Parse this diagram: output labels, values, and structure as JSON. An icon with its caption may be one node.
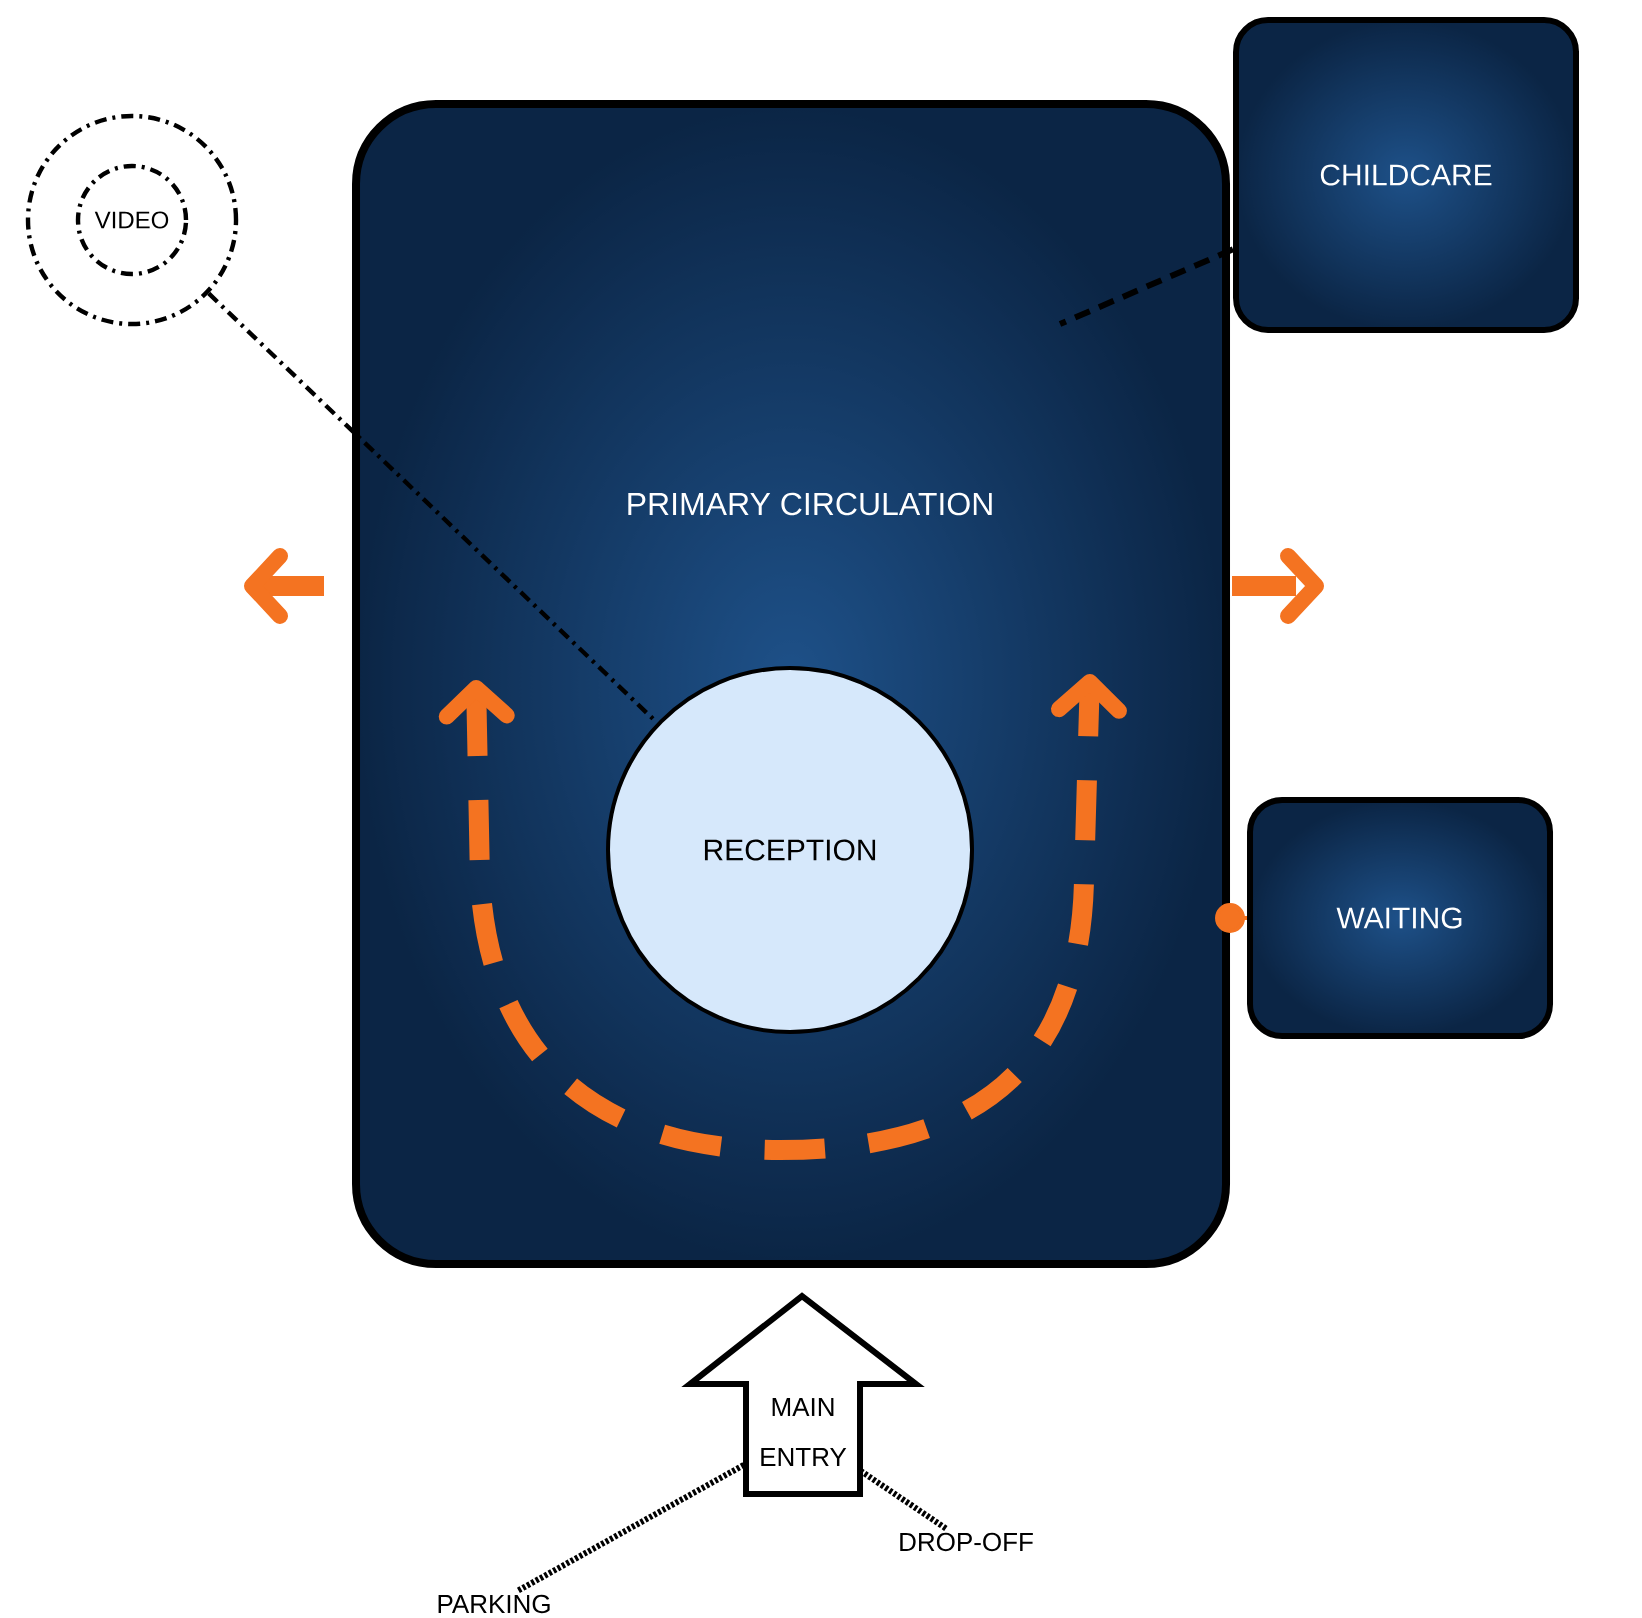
{
  "diagram": {
    "nodes": [
      {
        "text": [
          "PRIMARY CIRCULATION"
        ]
      },
      {
        "text": [
          "VIDEO"
        ]
      },
      {
        "text": [
          "CHILDCARE"
        ]
      },
      {
        "text": [
          "RECEPTION"
        ],
        "in": 0
      },
      {
        "text": [
          "WAITING"
        ]
      },
      {
        "text": [
          "MAIN ENTRY"
        ]
      },
      {
        "text": [
          "PARKING"
        ]
      },
      {
        "text": [
          "DROP-OFF"
        ]
      }
    ],
    "edges": [
      {
        "from": 1,
        "to": 3,
        "arrow": "none",
        "style": "dashed"
      },
      {
        "from": 2,
        "to": null,
        "arrow": "none",
        "style": "dashed"
      },
      {
        "from": 4,
        "to": 0,
        "arrow": "other",
        "color": "#f47321"
      },
      {
        "from": 6,
        "to": 5,
        "arrow": "none",
        "style": "dashed"
      },
      {
        "from": 7,
        "to": 5,
        "arrow": "none",
        "style": "dashed"
      }
    ]
  }
}
